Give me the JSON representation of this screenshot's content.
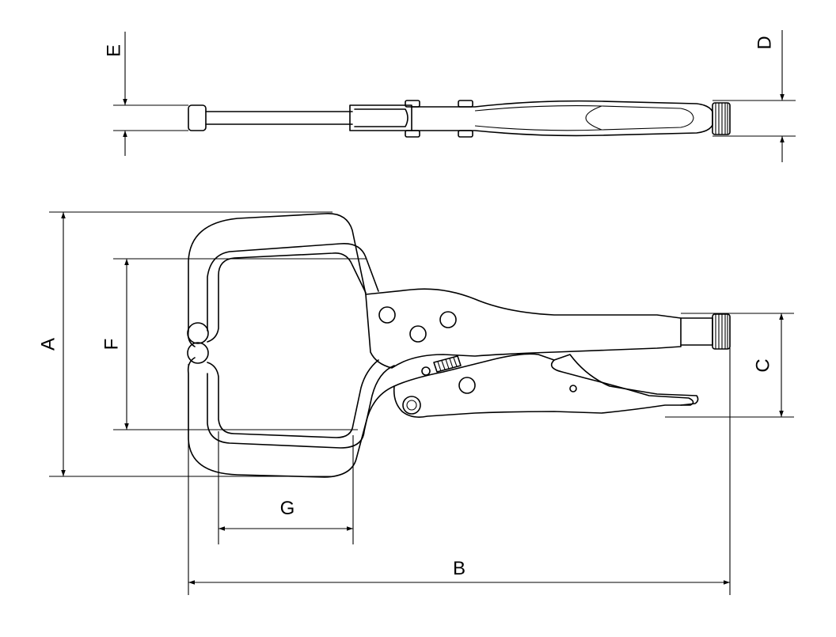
{
  "dimension_labels": {
    "a": "A",
    "b": "B",
    "c": "C",
    "d": "D",
    "e": "E",
    "f": "F",
    "g": "G"
  },
  "colors": {
    "line": "#000000",
    "background": "#ffffff"
  }
}
